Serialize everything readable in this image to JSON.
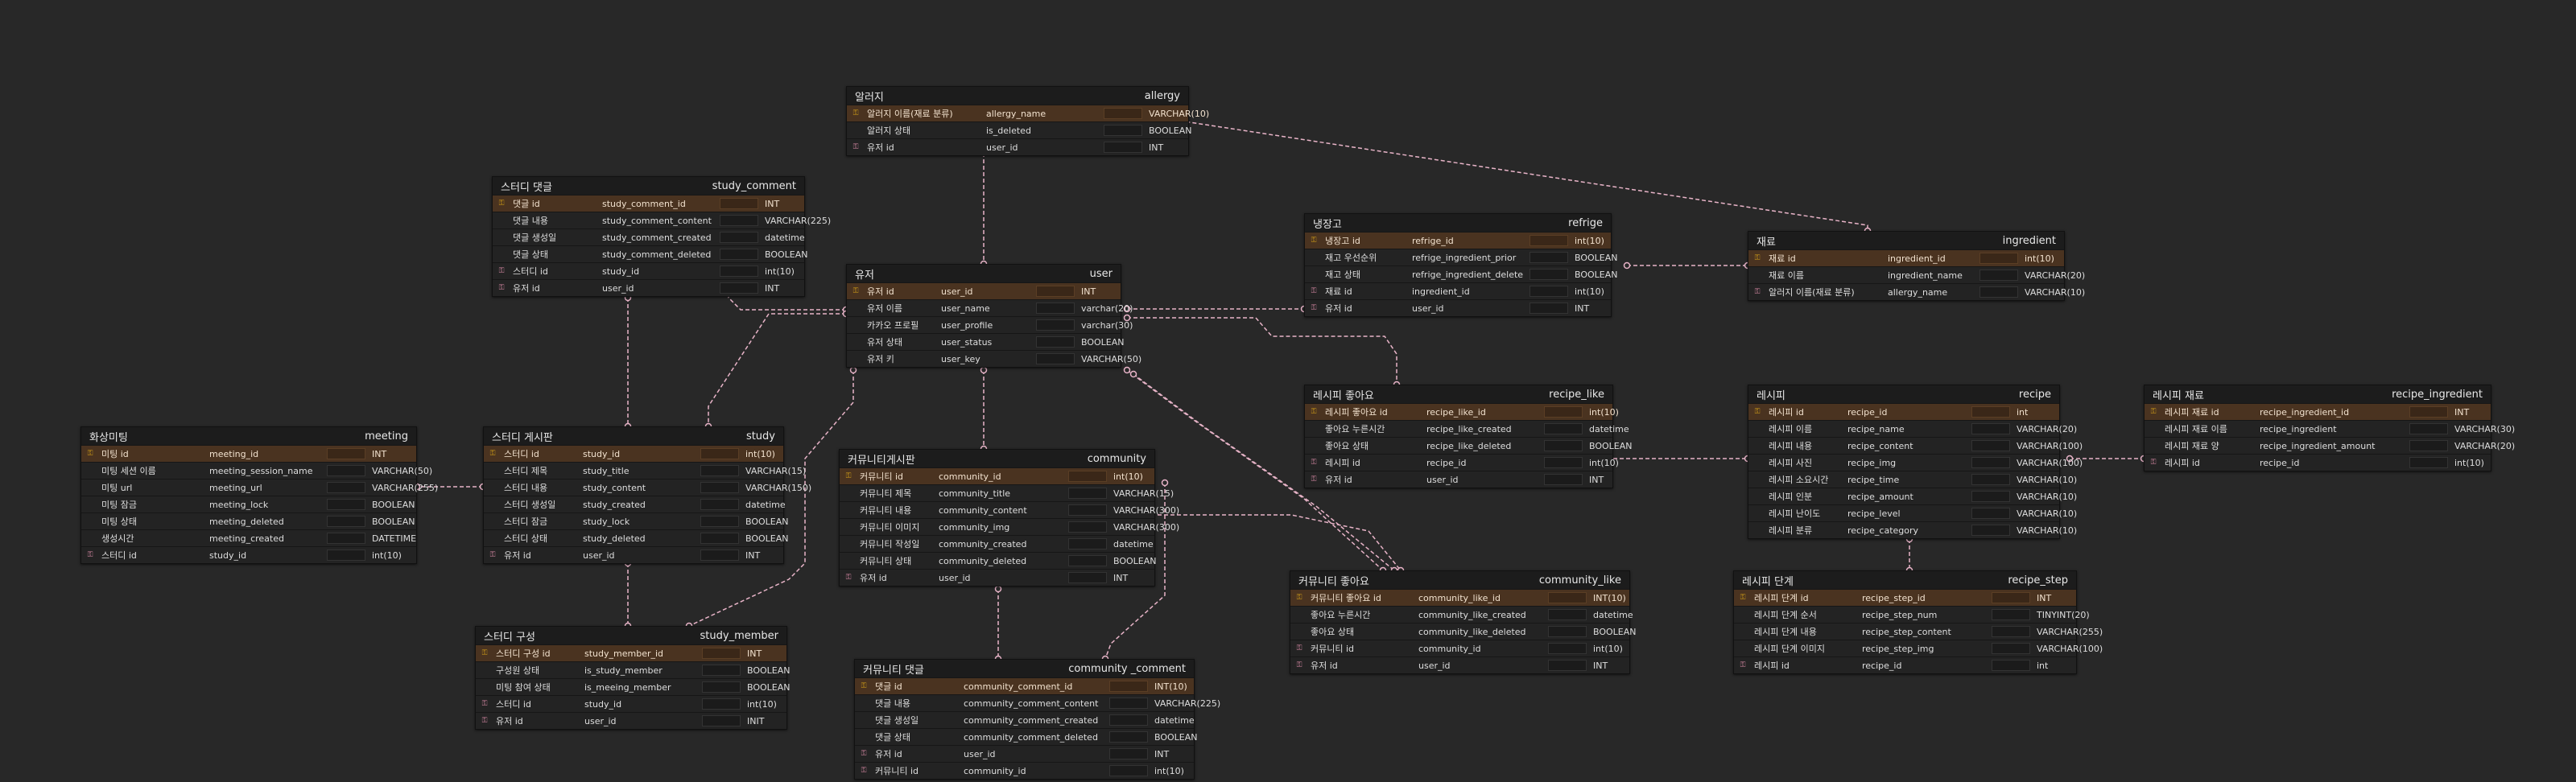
{
  "edge_color": "#e8b4c8",
  "pk_row_color": "#4a3320",
  "tables": [
    {
      "id": "allergy",
      "title": "알러지",
      "name": "allergy",
      "cols": [
        {
          "label": "알러지 이름(재료 분류)",
          "name": "allergy_name",
          "type": "VARCHAR(10)",
          "key": "pk"
        },
        {
          "label": "알러지 상태",
          "name": "is_deleted",
          "type": "BOOLEAN",
          "key": ""
        },
        {
          "label": "유저 id",
          "name": "user_id",
          "type": "INT",
          "key": "fk"
        }
      ]
    },
    {
      "id": "study_comment",
      "title": "스터디 댓글",
      "name": "study_comment",
      "cols": [
        {
          "label": "댓글 id",
          "name": "study_comment_id",
          "type": "INT",
          "key": "pk"
        },
        {
          "label": "댓글 내용",
          "name": "study_comment_content",
          "type": "VARCHAR(225)",
          "key": ""
        },
        {
          "label": "댓글 생성일",
          "name": "study_comment_created",
          "type": "datetime",
          "key": ""
        },
        {
          "label": "댓글 상태",
          "name": "study_comment_deleted",
          "type": "BOOLEAN",
          "key": ""
        },
        {
          "label": "스터디 id",
          "name": "study_id",
          "type": "int(10)",
          "key": "fk"
        },
        {
          "label": "유저 id",
          "name": "user_id",
          "type": "INT",
          "key": "fk"
        }
      ]
    },
    {
      "id": "refrige",
      "title": "냉장고",
      "name": "refrige",
      "cols": [
        {
          "label": "냉장고 id",
          "name": "refrige_id",
          "type": "int(10)",
          "key": "pk"
        },
        {
          "label": "재고 우선순위",
          "name": "refrige_ingredient_prior",
          "type": "BOOLEAN",
          "key": ""
        },
        {
          "label": "재고 상태",
          "name": "refrige_ingredient_delete",
          "type": "BOOLEAN",
          "key": ""
        },
        {
          "label": "재료 id",
          "name": "ingredient_id",
          "type": "int(10)",
          "key": "fk"
        },
        {
          "label": "유저 id",
          "name": "user_id",
          "type": "INT",
          "key": "fk"
        }
      ]
    },
    {
      "id": "ingredient",
      "title": "재료",
      "name": "ingredient",
      "cols": [
        {
          "label": "재료 id",
          "name": "ingredient_id",
          "type": "int(10)",
          "key": "pk"
        },
        {
          "label": "재료 이름",
          "name": "ingredient_name",
          "type": "VARCHAR(20)",
          "key": ""
        },
        {
          "label": "알러지 이름(재료 분류)",
          "name": "allergy_name",
          "type": "VARCHAR(10)",
          "key": "fk"
        }
      ]
    },
    {
      "id": "user",
      "title": "유저",
      "name": "user",
      "cols": [
        {
          "label": "유저 id",
          "name": "user_id",
          "type": "INT",
          "key": "pk"
        },
        {
          "label": "유저 이름",
          "name": "user_name",
          "type": "varchar(20)",
          "key": ""
        },
        {
          "label": "카카오 프로필",
          "name": "user_profile",
          "type": "varchar(30)",
          "key": ""
        },
        {
          "label": "유저 상태",
          "name": "user_status",
          "type": "BOOLEAN",
          "key": ""
        },
        {
          "label": "유저 키",
          "name": "user_key",
          "type": "VARCHAR(50)",
          "key": ""
        }
      ]
    },
    {
      "id": "recipe_like",
      "title": "레시피 좋아요",
      "name": "recipe_like",
      "cols": [
        {
          "label": "레시피 좋아요 id",
          "name": "recipe_like_id",
          "type": "int(10)",
          "key": "pk"
        },
        {
          "label": "좋아요 누른시간",
          "name": "recipe_like_created",
          "type": "datetime",
          "key": ""
        },
        {
          "label": "좋아요 상태",
          "name": "recipe_like_deleted",
          "type": "BOOLEAN",
          "key": ""
        },
        {
          "label": "레시피 id",
          "name": "recipe_id",
          "type": "int(10)",
          "key": "fk"
        },
        {
          "label": "유저 id",
          "name": "user_id",
          "type": "INT",
          "key": "fk"
        }
      ]
    },
    {
      "id": "recipe",
      "title": "레시피",
      "name": "recipe",
      "cols": [
        {
          "label": "레시피 id",
          "name": "recipe_id",
          "type": "int",
          "key": "pk"
        },
        {
          "label": "레시피 이름",
          "name": "recipe_name",
          "type": "VARCHAR(20)",
          "key": ""
        },
        {
          "label": "레시피 내용",
          "name": "recipe_content",
          "type": "VARCHAR(100)",
          "key": ""
        },
        {
          "label": "레시피 사진",
          "name": "recipe_img",
          "type": "VARCHAR(100)",
          "key": ""
        },
        {
          "label": "레시피 소요시간",
          "name": "recipe_time",
          "type": "VARCHAR(10)",
          "key": ""
        },
        {
          "label": "레시피 인분",
          "name": "recipe_amount",
          "type": "VARCHAR(10)",
          "key": ""
        },
        {
          "label": "레시피 난이도",
          "name": "recipe_level",
          "type": "VARCHAR(10)",
          "key": ""
        },
        {
          "label": "레시피 분류",
          "name": "recipe_category",
          "type": "VARCHAR(10)",
          "key": ""
        }
      ]
    },
    {
      "id": "recipe_ingredient",
      "title": "레시피 재료",
      "name": "recipe_ingredient",
      "cols": [
        {
          "label": "레시피 재료 id",
          "name": "recipe_ingredient_id",
          "type": "INT",
          "key": "pk"
        },
        {
          "label": "레시피 재료 이름",
          "name": "recipe_ingredient",
          "type": "VARCHAR(30)",
          "key": ""
        },
        {
          "label": "레시피 재료 양",
          "name": "recipe_ingredient_amount",
          "type": "VARCHAR(20)",
          "key": ""
        },
        {
          "label": "레시피 id",
          "name": "recipe_id",
          "type": "int(10)",
          "key": "fk"
        }
      ]
    },
    {
      "id": "meeting",
      "title": "화상미팅",
      "name": "meeting",
      "cols": [
        {
          "label": "미팅 id",
          "name": "meeting_id",
          "type": "INT",
          "key": "pk"
        },
        {
          "label": "미팅 세션 이름",
          "name": "meeting_session_name",
          "type": "VARCHAR(50)",
          "key": ""
        },
        {
          "label": "미팅 url",
          "name": "meeting_url",
          "type": "VARCHAR(255)",
          "key": ""
        },
        {
          "label": "미팅 잠금",
          "name": "meeting_lock",
          "type": "BOOLEAN",
          "key": ""
        },
        {
          "label": "미팅 상태",
          "name": "meeting_deleted",
          "type": "BOOLEAN",
          "key": ""
        },
        {
          "label": "생성시간",
          "name": "meeting_created",
          "type": "DATETIME",
          "key": ""
        },
        {
          "label": "스터디 id",
          "name": "study_id",
          "type": "int(10)",
          "key": "fk"
        }
      ]
    },
    {
      "id": "study",
      "title": "스터디 게시판",
      "name": "study",
      "cols": [
        {
          "label": "스터디 id",
          "name": "study_id",
          "type": "int(10)",
          "key": "pk"
        },
        {
          "label": "스터디 제목",
          "name": "study_title",
          "type": "VARCHAR(15)",
          "key": ""
        },
        {
          "label": "스터디 내용",
          "name": "study_content",
          "type": "VARCHAR(150)",
          "key": ""
        },
        {
          "label": "스터디 생성일",
          "name": "study_created",
          "type": "datetime",
          "key": ""
        },
        {
          "label": "스터디 잠금",
          "name": "study_lock",
          "type": "BOOLEAN",
          "key": ""
        },
        {
          "label": "스터디 상태",
          "name": "study_deleted",
          "type": "BOOLEAN",
          "key": ""
        },
        {
          "label": "유저 id",
          "name": "user_id",
          "type": "INT",
          "key": "fk"
        }
      ]
    },
    {
      "id": "community",
      "title": "커뮤니티게시판",
      "name": "community",
      "cols": [
        {
          "label": "커뮤니티 id",
          "name": "community_id",
          "type": "int(10)",
          "key": "pk"
        },
        {
          "label": "커뮤니티 제목",
          "name": "community_title",
          "type": "VARCHAR(15)",
          "key": ""
        },
        {
          "label": "커뮤니티 내용",
          "name": "community_content",
          "type": "VARCHAR(300)",
          "key": ""
        },
        {
          "label": "커뮤니티 이미지",
          "name": "community_img",
          "type": "VARCHAR(300)",
          "key": ""
        },
        {
          "label": "커뮤니티 작성일",
          "name": "community_created",
          "type": "datetime",
          "key": ""
        },
        {
          "label": "커뮤니티 상태",
          "name": "community_deleted",
          "type": "BOOLEAN",
          "key": ""
        },
        {
          "label": "유저 id",
          "name": "user_id",
          "type": "INT",
          "key": "fk"
        }
      ]
    },
    {
      "id": "community_like",
      "title": "커뮤니티 좋아요",
      "name": "community_like",
      "cols": [
        {
          "label": "커뮤니티 좋아요 id",
          "name": "community_like_id",
          "type": "INT(10)",
          "key": "pk"
        },
        {
          "label": "좋아요 누른시간",
          "name": "community_like_created",
          "type": "datetime",
          "key": ""
        },
        {
          "label": "좋아요 상태",
          "name": "community_like_deleted",
          "type": "BOOLEAN",
          "key": ""
        },
        {
          "label": "커뮤니티 id",
          "name": "community_id",
          "type": "int(10)",
          "key": "fk"
        },
        {
          "label": "유저 id",
          "name": "user_id",
          "type": "INT",
          "key": "fk"
        }
      ]
    },
    {
      "id": "recipe_step",
      "title": "레시피 단계",
      "name": "recipe_step",
      "cols": [
        {
          "label": "레시피 단계 id",
          "name": "recipe_step_id",
          "type": "INT",
          "key": "pk"
        },
        {
          "label": "레시피 단계 순서",
          "name": "recipe_step_num",
          "type": "TINYINT(20)",
          "key": ""
        },
        {
          "label": "레시피 단계 내용",
          "name": "recipe_step_content",
          "type": "VARCHAR(255)",
          "key": ""
        },
        {
          "label": "레시피 단계 이미지",
          "name": "recipe_step_img",
          "type": "VARCHAR(100)",
          "key": ""
        },
        {
          "label": "레시피 id",
          "name": "recipe_id",
          "type": "int",
          "key": "fk"
        }
      ]
    },
    {
      "id": "study_member",
      "title": "스터디 구성",
      "name": "study_member",
      "cols": [
        {
          "label": "스터디 구성 id",
          "name": "study_member_id",
          "type": "INT",
          "key": "pk"
        },
        {
          "label": "구성원 상태",
          "name": "is_study_member",
          "type": "BOOLEAN",
          "key": ""
        },
        {
          "label": "미팅 참여 상태",
          "name": "is_meeing_member",
          "type": "BOOLEAN",
          "key": ""
        },
        {
          "label": "스터디 id",
          "name": "study_id",
          "type": "int(10)",
          "key": "fk"
        },
        {
          "label": "유저 id",
          "name": "user_id",
          "type": "INIT",
          "key": "fk"
        }
      ]
    },
    {
      "id": "community_comment",
      "title": "커뮤니티 댓글",
      "name": "community _comment",
      "cols": [
        {
          "label": "댓글 id",
          "name": "community_comment_id",
          "type": "INT(10)",
          "key": "pk"
        },
        {
          "label": "댓글 내용",
          "name": "community_comment_content",
          "type": "VARCHAR(225)",
          "key": ""
        },
        {
          "label": "댓글 생성일",
          "name": "community_comment_created",
          "type": "datetime",
          "key": ""
        },
        {
          "label": "댓글 상태",
          "name": "community_comment_deleted",
          "type": "BOOLEAN",
          "key": ""
        },
        {
          "label": "유저 id",
          "name": "user_id",
          "type": "INT",
          "key": "fk"
        },
        {
          "label": "커뮤니티 id",
          "name": "community_id",
          "type": "int(10)",
          "key": "fk"
        }
      ]
    }
  ]
}
